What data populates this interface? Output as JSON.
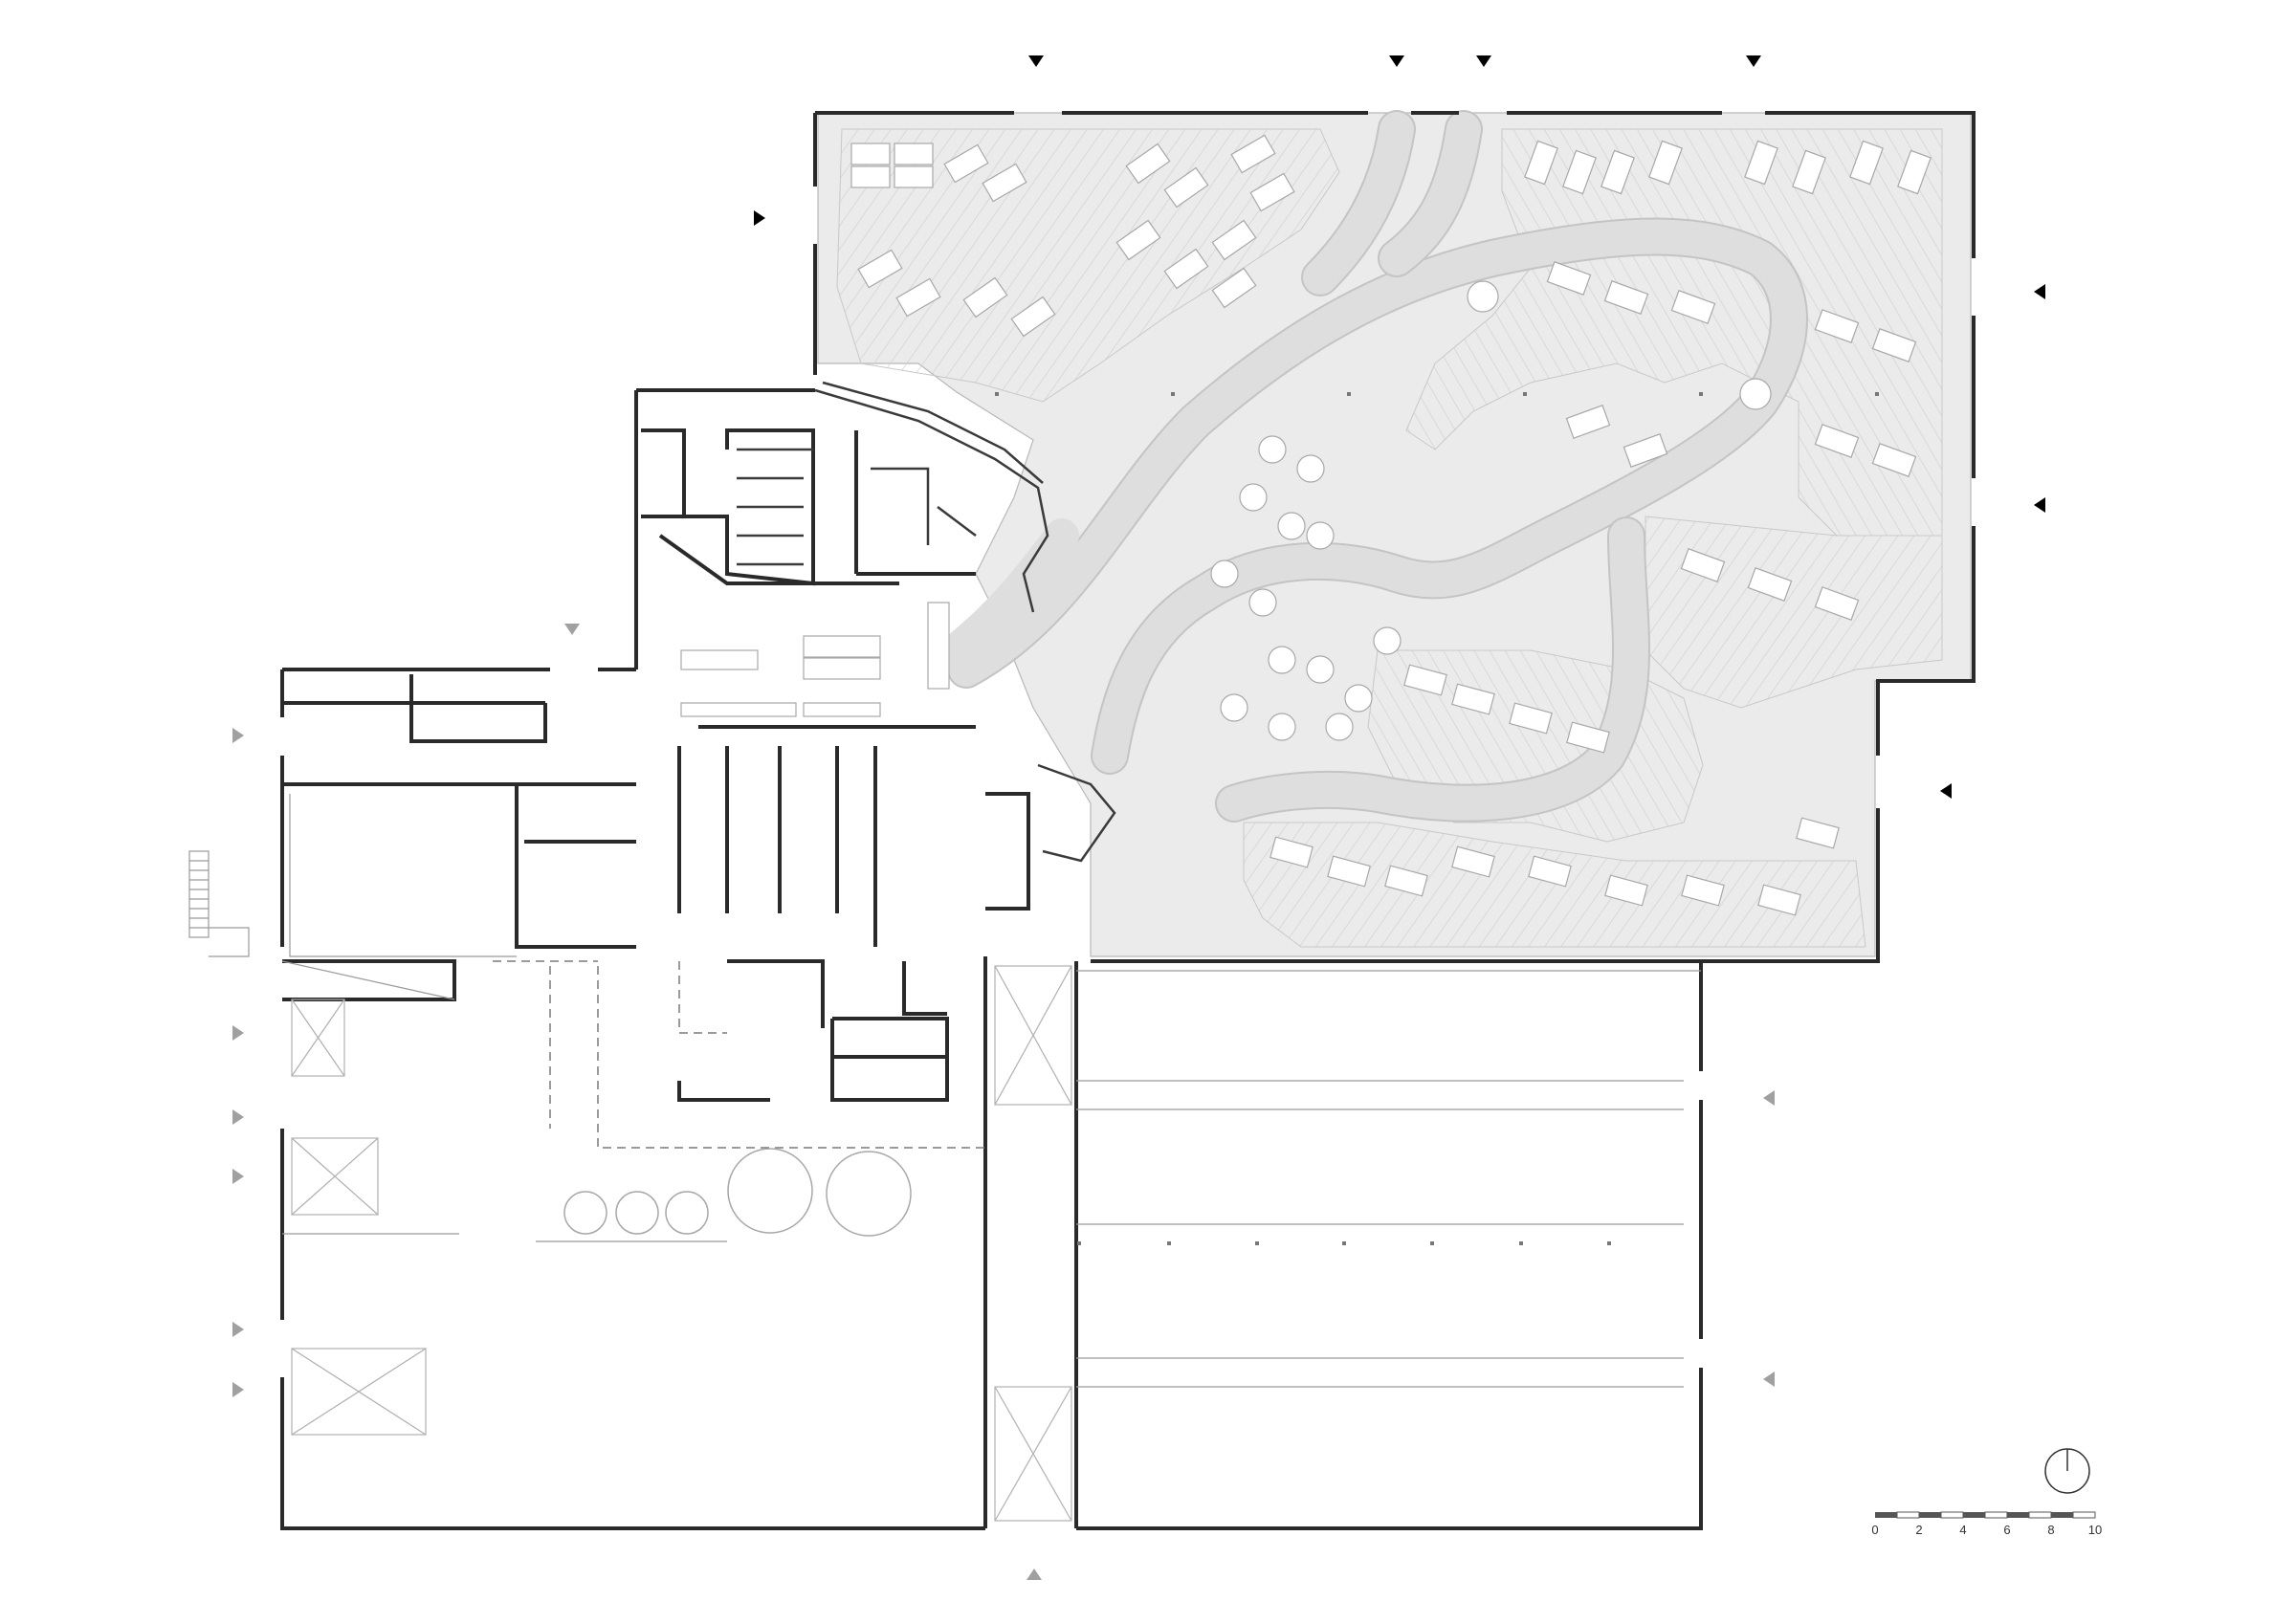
{
  "colors": {
    "background": "#ffffff",
    "wall": "#2a2a2a",
    "ground": "#ebebeb",
    "path": "#dedede",
    "entrance_primary": "#000000",
    "entrance_secondary": "#a0a0a0"
  },
  "north_arrow": {
    "icon": "north-arrow-icon"
  },
  "scale_bar": {
    "labels": [
      "0",
      "2",
      "4",
      "6",
      "8",
      "10"
    ]
  },
  "entrances": {
    "primary_count": 8,
    "secondary_count": 10
  }
}
